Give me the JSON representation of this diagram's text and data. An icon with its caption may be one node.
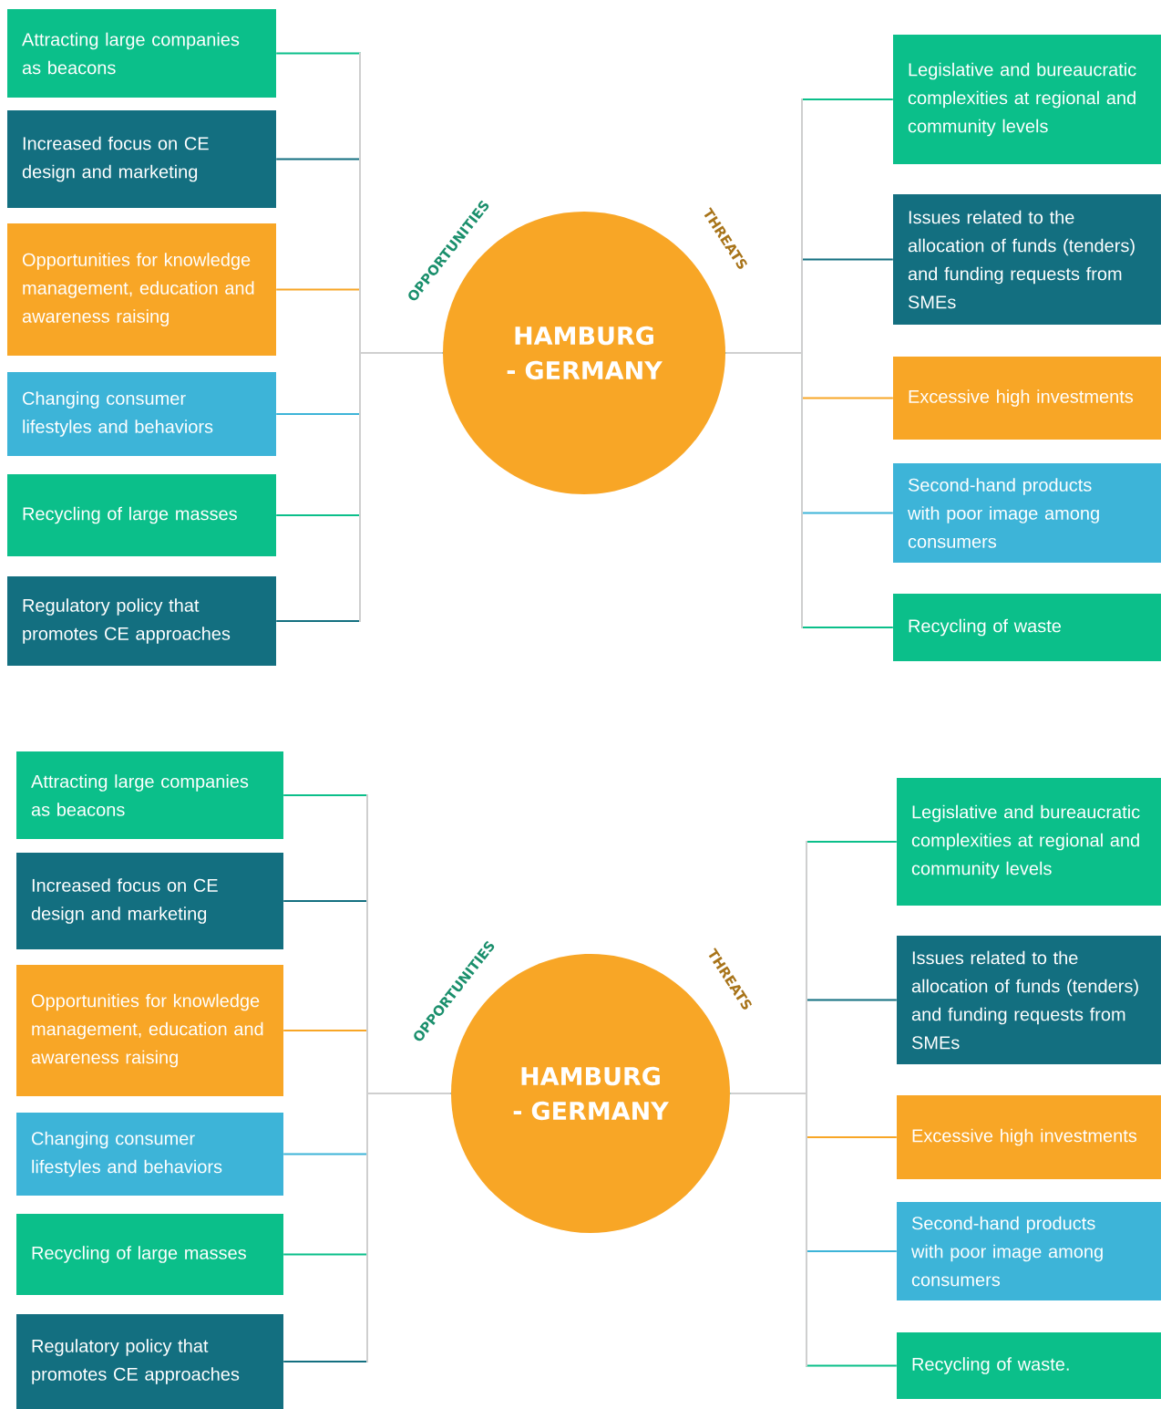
{
  "diagram": {
    "nodes": [
      {
        "text": [
          "HAMBURG - GERMANY"
        ]
      },
      {
        "text": [
          "Attracting large companies as beacons"
        ]
      },
      {
        "text": [
          "Increased focus on CE design and marketing"
        ]
      },
      {
        "text": [
          "Opportunities for knowledge management, education and awareness raising"
        ]
      },
      {
        "text": [
          "Changing consumer lifestyles and behaviors"
        ]
      },
      {
        "text": [
          "Recycling of large masses"
        ]
      },
      {
        "text": [
          "Regulatory policy that promotes CE approaches"
        ]
      },
      {
        "text": [
          "Legislative and bureaucratic complexities at regional and community levels"
        ]
      },
      {
        "text": [
          "Issues related to the allocation of funds (tenders) and funding requests from SMEs"
        ]
      },
      {
        "text": [
          "Excessive high investments"
        ]
      },
      {
        "text": [
          "Second-hand products with poor image among consumers"
        ]
      },
      {
        "text": [
          "Recycling of waste"
        ]
      },
      {
        "text": [
          "HAMBURG - GERMANY"
        ]
      },
      {
        "text": [
          "Attracting large companies as beacons"
        ]
      },
      {
        "text": [
          "Increased focus on CE design and marketing"
        ]
      },
      {
        "text": [
          "Opportunities for knowledge management, education and awareness raising"
        ]
      },
      {
        "text": [
          "Changing consumer lifestyles and behaviors"
        ]
      },
      {
        "text": [
          "Recycling of large masses"
        ]
      },
      {
        "text": [
          "Regulatory policy that promotes CE approaches"
        ]
      },
      {
        "text": [
          "Legislative and bureaucratic complexities at regional and community levels"
        ]
      },
      {
        "text": [
          "Issues related to the allocation of funds (tenders) and funding requests from SMEs"
        ]
      },
      {
        "text": [
          "Excessive high investments"
        ]
      },
      {
        "text": [
          "Second-hand products with poor image among consumers"
        ]
      },
      {
        "text": [
          "Recycling of waste."
        ]
      }
    ],
    "edges": [
      {
        "from": 0,
        "to": 1,
        "arrow": "none",
        "color": "#0bbf8a"
      },
      {
        "from": 0,
        "to": 2,
        "arrow": "none",
        "color": "#136f80"
      },
      {
        "from": 0,
        "to": 3,
        "arrow": "none",
        "color": "#f8a626"
      },
      {
        "from": 0,
        "to": 4,
        "arrow": "none",
        "color": "#3db4d8"
      },
      {
        "from": 0,
        "to": 5,
        "arrow": "none",
        "color": "#0bbf8a"
      },
      {
        "from": 0,
        "to": 6,
        "arrow": "none",
        "color": "#136f80"
      },
      {
        "from": 0,
        "to": 7,
        "arrow": "none",
        "color": "#0bbf8a"
      },
      {
        "from": 0,
        "to": 8,
        "arrow": "none",
        "color": "#136f80"
      },
      {
        "from": 0,
        "to": 9,
        "arrow": "none",
        "color": "#f8a626"
      },
      {
        "from": 0,
        "to": 10,
        "arrow": "none",
        "color": "#3db4d8"
      },
      {
        "from": 0,
        "to": 11,
        "arrow": "none",
        "color": "#0bbf8a"
      },
      {
        "from": 12,
        "to": 13,
        "arrow": "none",
        "color": "#0bbf8a"
      },
      {
        "from": 12,
        "to": 14,
        "arrow": "none",
        "color": "#136f80"
      },
      {
        "from": 12,
        "to": 15,
        "arrow": "none",
        "color": "#f8a626"
      },
      {
        "from": 12,
        "to": 16,
        "arrow": "none",
        "color": "#3db4d8"
      },
      {
        "from": 12,
        "to": 17,
        "arrow": "none",
        "color": "#0bbf8a"
      },
      {
        "from": 12,
        "to": 18,
        "arrow": "none",
        "color": "#136f80"
      },
      {
        "from": 12,
        "to": 19,
        "arrow": "none",
        "color": "#0bbf8a"
      },
      {
        "from": 12,
        "to": 20,
        "arrow": "none",
        "color": "#136f80"
      },
      {
        "from": 12,
        "to": 21,
        "arrow": "none",
        "color": "#f8a626"
      },
      {
        "from": 12,
        "to": 22,
        "arrow": "none",
        "color": "#3db4d8"
      },
      {
        "from": 12,
        "to": 23,
        "arrow": "none",
        "color": "#0bbf8a"
      }
    ],
    "labels": [
      "OPPORTUNITIES",
      "THREATS",
      "OPPORTUNITIES",
      "THREATS"
    ]
  }
}
